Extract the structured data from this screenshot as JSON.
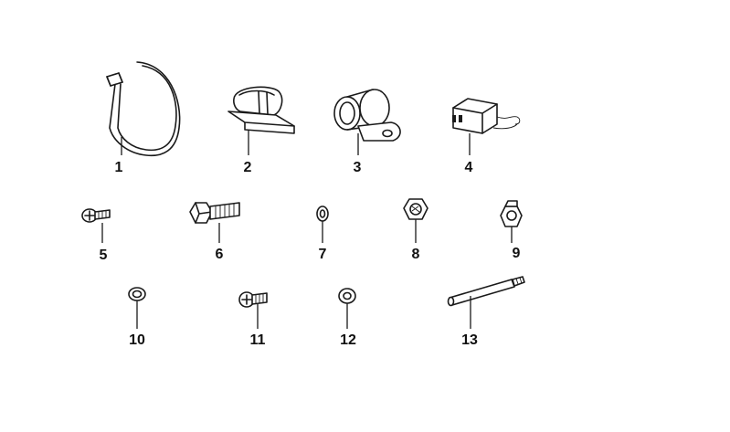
{
  "parts": [
    {
      "number": "1",
      "icon": "cable-tie-icon"
    },
    {
      "number": "2",
      "icon": "cable-clip-icon"
    },
    {
      "number": "3",
      "icon": "pipe-clamp-icon"
    },
    {
      "number": "4",
      "icon": "interference-suppressor-icon"
    },
    {
      "number": "5",
      "icon": "screw-icon"
    },
    {
      "number": "6",
      "icon": "hex-bolt-icon"
    },
    {
      "number": "7",
      "icon": "spring-washer-icon"
    },
    {
      "number": "8",
      "icon": "hex-nut-icon"
    },
    {
      "number": "9",
      "icon": "self-locking-nut-icon"
    },
    {
      "number": "10",
      "icon": "lock-washer-icon"
    },
    {
      "number": "11",
      "icon": "fillister-screw-icon"
    },
    {
      "number": "12",
      "icon": "flat-washer-icon"
    },
    {
      "number": "13",
      "icon": "threaded-spacer-icon"
    }
  ]
}
